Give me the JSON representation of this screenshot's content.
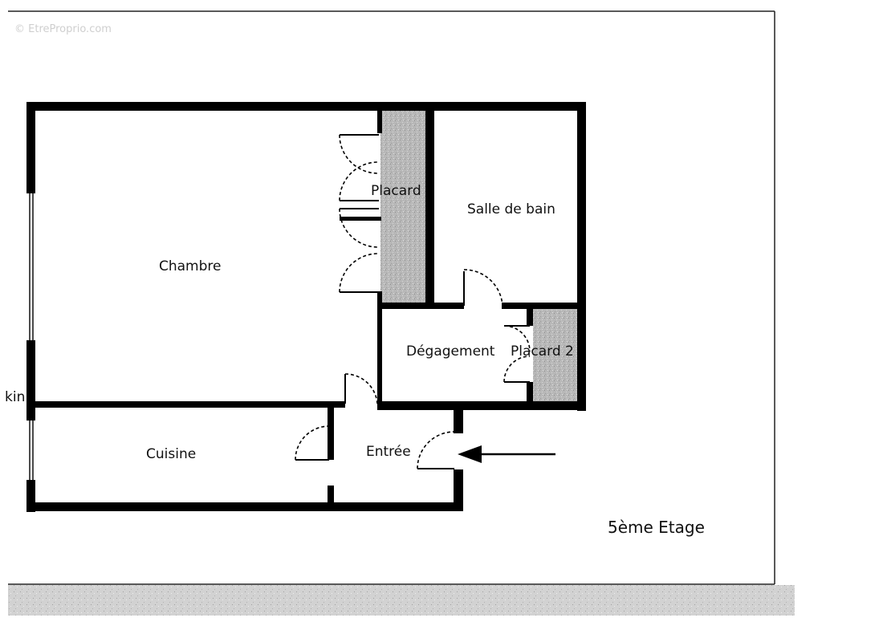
{
  "watermark": "© EtreProprio.com",
  "rooms": {
    "chambre": "Chambre",
    "placard": "Placard",
    "salle_de_bain": "Salle de bain",
    "degagement": "Dégagement",
    "placard_2": "Placard 2",
    "cuisine": "Cuisine",
    "entree": "Entrée",
    "kitchen_cut": "kin"
  },
  "floor_label": "5ème Etage",
  "colors": {
    "wall": "#000000",
    "closet_fill": "#b3b3b3",
    "background": "#ffffff",
    "noise_band": "#c8c8c8"
  }
}
